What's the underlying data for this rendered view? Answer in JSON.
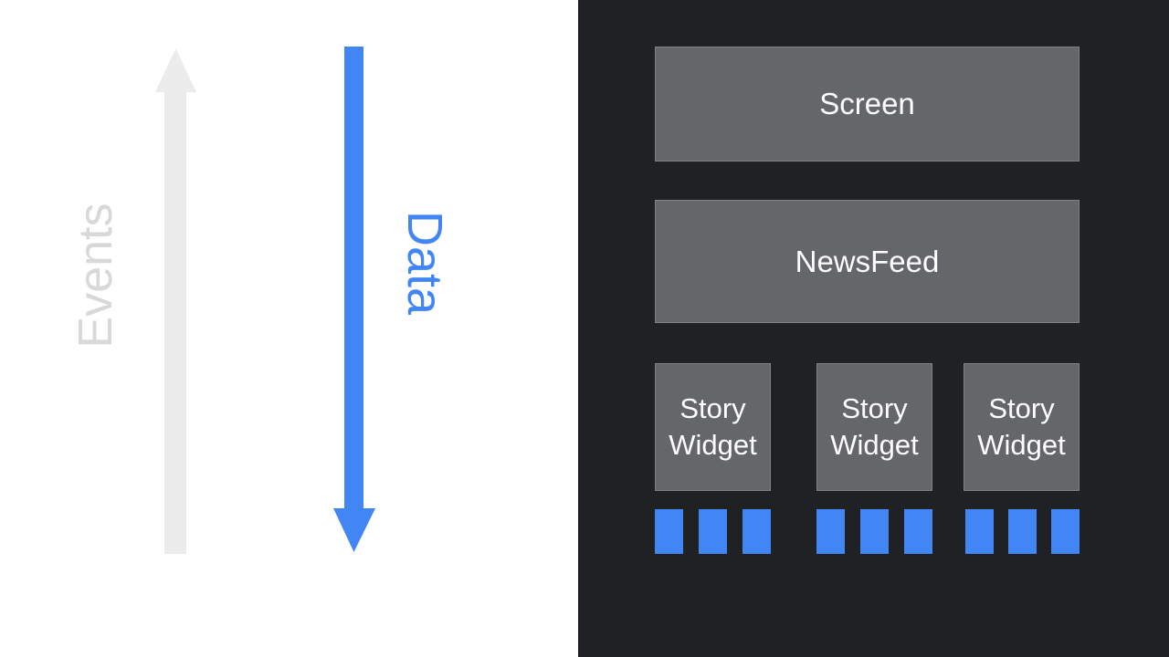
{
  "slide": {
    "type": "flutter-widget-data-flow-diagram",
    "left_panel": {
      "events_arrow": {
        "label": "Events",
        "direction": "up",
        "arrow_color": "#ececec",
        "label_color": "#d8d8d8"
      },
      "data_arrow": {
        "label": "Data",
        "direction": "down",
        "arrow_color": "#4285f4",
        "label_color": "#4285f4"
      }
    },
    "right_panel": {
      "background_color": "#202124",
      "box_color": "#646669",
      "box_text_color": "#ffffff",
      "accent_color": "#4285f4",
      "screen_box": {
        "label": "Screen"
      },
      "newsfeed_box": {
        "label": "NewsFeed"
      },
      "story_widgets": [
        {
          "label": "Story Widget",
          "data_squares": 3
        },
        {
          "label": "Story Widget",
          "data_squares": 3
        },
        {
          "label": "Story Widget",
          "data_squares": 3
        }
      ]
    }
  }
}
